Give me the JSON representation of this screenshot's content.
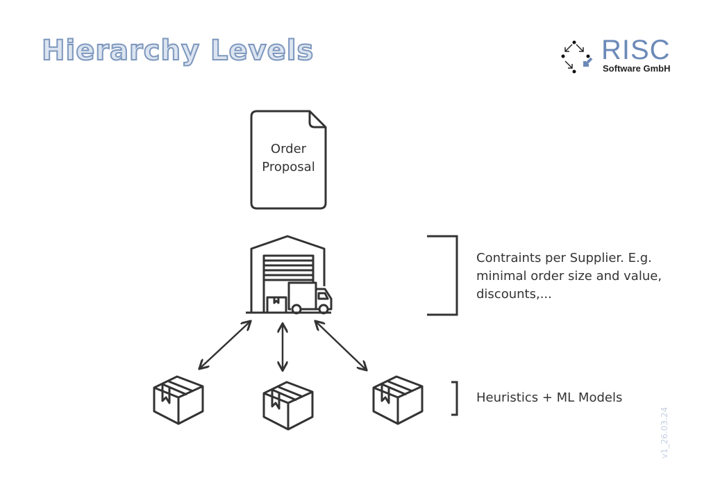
{
  "slide": {
    "title": "Hierarchy Levels",
    "logo": {
      "name": "RISC",
      "subtitle": "Software GmbH"
    },
    "document": {
      "line1": "Order",
      "line2": "Proposal"
    },
    "supplier_note": {
      "lines": [
        "Contraints per Supplier. E.g.",
        "minimal order size and value,",
        "discounts,..."
      ]
    },
    "item_note": "Heuristics + ML Models",
    "version": "v1_26.03.24",
    "colors": {
      "accent": "#6c8ab8",
      "stroke": "#333333"
    }
  }
}
